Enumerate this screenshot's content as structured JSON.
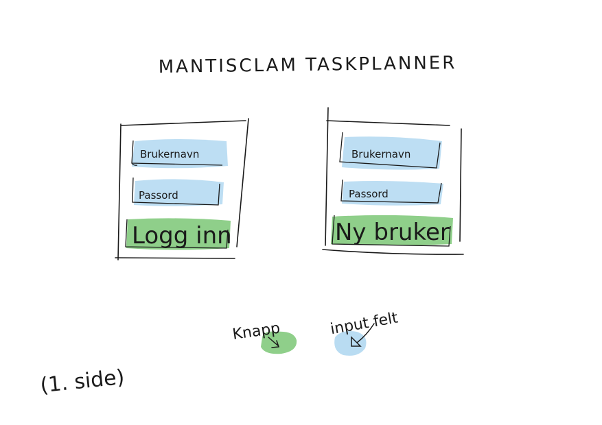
{
  "title": "MANTISCLAM TASKPLANNER",
  "login_panel": {
    "username_placeholder": "Brukernavn",
    "password_placeholder": "Passord",
    "button_label": "Logg inn"
  },
  "register_panel": {
    "username_placeholder": "Brukernavn",
    "password_placeholder": "Passord",
    "button_label": "Ny bruker"
  },
  "legend": {
    "button_label": "Knapp",
    "input_label": "input felt",
    "button_color": "#8fcf8a",
    "input_color": "#b9dcf2"
  },
  "page_note": "(1. side)"
}
